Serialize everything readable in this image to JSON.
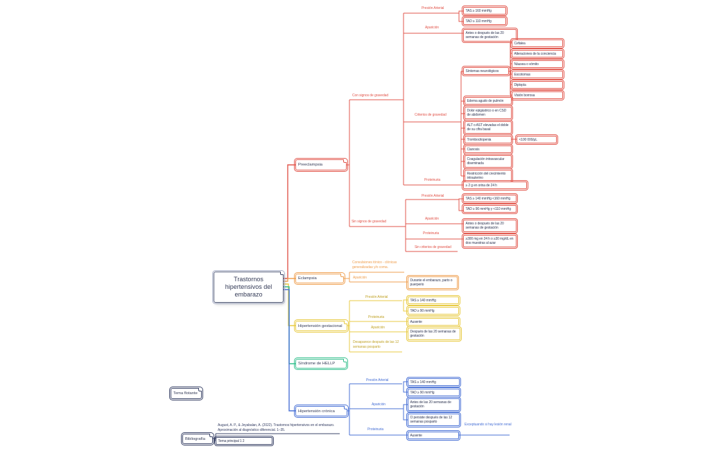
{
  "root": {
    "title": "Trastornos hipertensivos del embarazo"
  },
  "colors": {
    "preeclampsia": "#e2574d",
    "eclampsia": "#efa153",
    "gestacional": "#e8cb44",
    "hellp": "#35c08e",
    "cronica": "#4a72d6",
    "neutral": "#3b4468"
  },
  "preeclampsia": {
    "label": "Preeclampsia",
    "con_signos": {
      "label": "Con signos de gravedad",
      "presion": {
        "label": "Presión Arterial",
        "tas": "TAS ≥ 160 mmHg",
        "tad": "TAD ≥ 110 mmHg"
      },
      "aparicion": {
        "label": "Aparición",
        "value": "Antes o después de las 20 semanas de gestación"
      },
      "criterios": {
        "label": "Criterios de gravedad",
        "sintomas_neurologicos": {
          "label": "Síntomas neurológicos",
          "items": [
            "Cefalea",
            "Alteraciones de la conciencia",
            "Náusea o vómito",
            "Escotomas",
            "Diplopía",
            "Visión borrosa"
          ]
        },
        "edema": "Edema agudo de pulmón",
        "dolor": "Dolor epigástrico o en CSD de abdomen",
        "enzimas": "ALT o AST elevadas el doble de su cifra basal",
        "trombocitopenia": {
          "label": "Trombocitopenia",
          "value": "<100 000/μL"
        },
        "cianosis": "Cianosis",
        "coagulacion": "Coagulación intravascular diseminada",
        "restriccion": "Restricción del crecimiento intrauterino"
      },
      "proteinuria": {
        "label": "Proteinuria",
        "value": "≥ 2 g en orina de 24 h"
      }
    },
    "sin_signos": {
      "label": "Sin signos de gravedad",
      "presion": {
        "label": "Presión Arterial",
        "tas": "TAS ≥ 140 mmHg <160 mmHg",
        "tad": "TAD ≥ 90 mmHg y <110 mmHg"
      },
      "aparicion": {
        "label": "Aparición",
        "value": "Antes o después de las 20 semanas de gestación"
      },
      "proteinuria": {
        "label": "Proteinuria",
        "value": "≥300 mg en 24 h o ≥30 mg/dL en dos muestras al azar"
      },
      "sin_criterios": "Sin criterios de gravedad"
    }
  },
  "eclampsia": {
    "label": "Eclampsia",
    "definicion": "Convulsiones tónico - clónicas generalizadas y/o coma.",
    "aparicion": {
      "label": "Aparición",
      "value": "Durante el embarazo, parto o puerperio"
    }
  },
  "gestacional": {
    "label": "Hipertensión gestacional",
    "presion": {
      "label": "Presión Arterial",
      "tas": "TAS ≥ 140 mmHg",
      "tad": "TAD ≥ 90 mmHg"
    },
    "proteinuria": {
      "label": "Proteinuria",
      "value": "Ausente"
    },
    "aparicion": {
      "label": "Aparición",
      "value": "Después de las 20 semanas de gestación"
    },
    "resolucion": "Desaparece después de las 12 semanas posparto"
  },
  "hellp": {
    "label": "Síndrome de HELLP"
  },
  "cronica": {
    "label": "Hipertensión crónica",
    "presion": {
      "label": "Presión Arterial",
      "tas": "TAS ≥ 140 mmHg",
      "tad": "TAD ≥ 90 mmHg"
    },
    "aparicion": {
      "label": "Aparición",
      "antes": "Antes de las 20 semanas de gestación",
      "persiste": "O persiste después de las 12 semanas posparto"
    },
    "proteinuria": {
      "label": "Proteinuria",
      "value": "Ausente",
      "excepcion": "Exceptuando si hay lesión renal"
    }
  },
  "flotante": {
    "label": "Tema flotante"
  },
  "bibliografia": {
    "label": "Bibliografía",
    "cita": "August, A. P., & Jeyabalan, A. (2022). Trastornos hipertensivos en el embarazo. Aproximación al diagnóstico diferencial. 1–35.",
    "tema": "Tema principal 1 2"
  }
}
